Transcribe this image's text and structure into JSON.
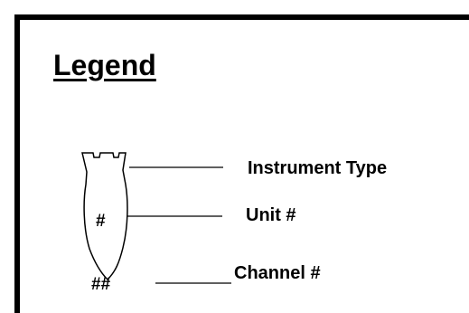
{
  "legend": {
    "title": "Legend",
    "unit_symbol": "#",
    "channel_symbol": "##",
    "labels": {
      "instrument_type": "Instrument Type",
      "unit": "Unit #",
      "channel": "Channel #"
    },
    "colors": {
      "border": "#000000",
      "background": "#ffffff",
      "text": "#000000"
    }
  }
}
